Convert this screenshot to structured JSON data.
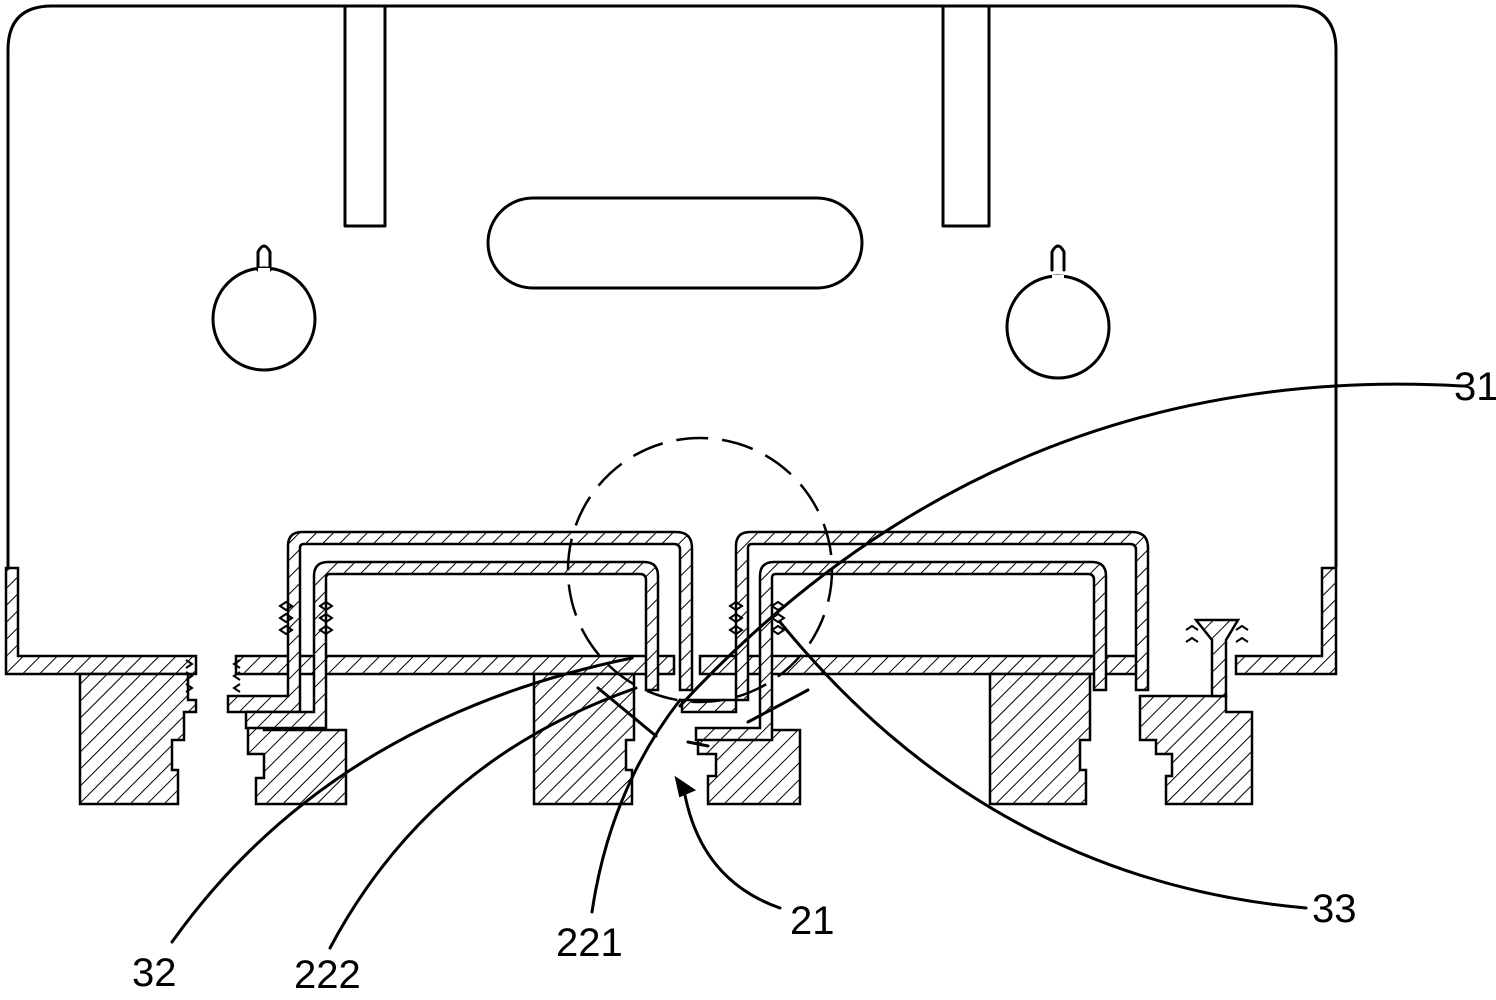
{
  "figure": {
    "line_color": "#000000",
    "background": "#ffffff",
    "reference_labels": {
      "label_31": "31",
      "label_32": "32",
      "label_33": "33",
      "label_21": "21",
      "label_221": "221",
      "label_222": "222"
    }
  }
}
